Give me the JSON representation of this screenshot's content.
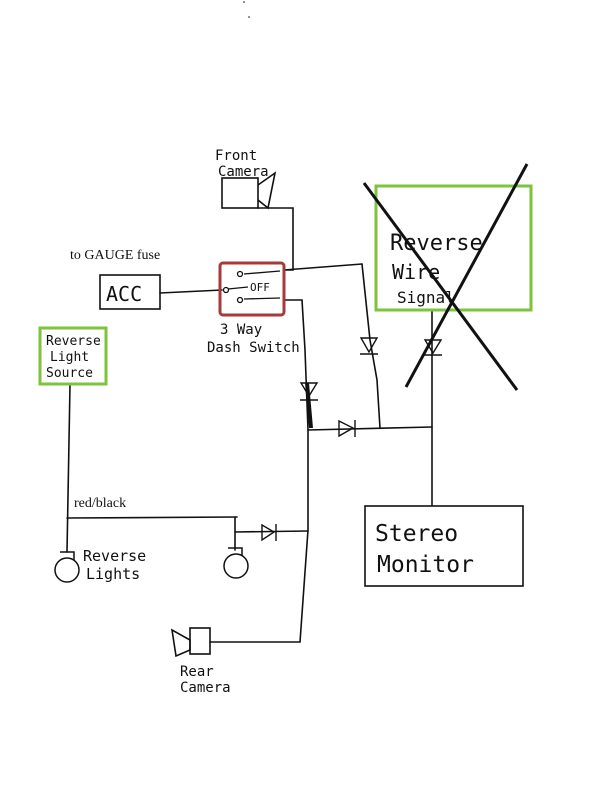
{
  "labels": {
    "gauge_note": "to GAUGE fuse",
    "acc": "ACC",
    "switch_off": "OFF",
    "switch_name_line1": "3 Way",
    "switch_name_line2": "Dash Switch",
    "front_camera_line1": "Front",
    "front_camera_line2": "Camera",
    "reverse_wire_line1": "Reverse",
    "reverse_wire_line2": "Wire",
    "reverse_wire_line3": "Signal",
    "reverse_source_line1": "Reverse",
    "reverse_source_line2": "Light",
    "reverse_source_line3": "Source",
    "wire_color": "red/black",
    "reverse_lights_line1": "Reverse",
    "reverse_lights_line2": "Lights",
    "stereo_line1": "Stereo",
    "stereo_line2": "Monitor",
    "rear_camera_line1": "Rear",
    "rear_camera_line2": "Camera"
  },
  "colors": {
    "ink": "#111111",
    "highlight_green": "#7dc33d",
    "highlight_red": "#a63a3a"
  }
}
